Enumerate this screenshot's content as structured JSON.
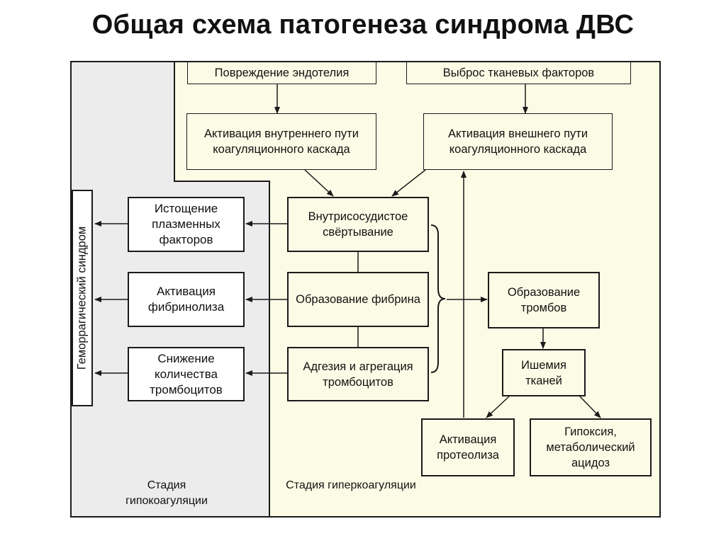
{
  "title": "Общая схема патогенеза синдрома ДВС",
  "nodes": {
    "endothelium_damage": "Повреждение эндотелия",
    "tissue_factor_release": "Выброс тканевых факторов",
    "intrinsic_pathway": "Активация внутреннего пути коагуляционного каскада",
    "extrinsic_pathway": "Активация внешнего пути коагуляционного каскада",
    "intravascular_coag": "Внутрисосудистое свёртывание",
    "fibrin_formation": "Образование фибрина",
    "platelet_adhesion": "Адгезия и агрегация тромбоцитов",
    "thrombus_formation": "Образование тромбов",
    "tissue_ischemia": "Ишемия тканей",
    "proteolysis_activation": "Активация протеолиза",
    "hypoxia_acidosis": "Гипоксия, метаболический ацидоз",
    "plasma_factor_depletion": "Истощение плазменных факторов",
    "fibrinolysis_activation": "Активация фибринолиза",
    "platelet_decrease": "Снижение количества тромбоцитов",
    "hemorrhagic_syndrome": "Геморрагический синдром"
  },
  "stages": {
    "hypocoagulation": "Стадия гипокоагуляции",
    "hypercoagulation": "Стадия гиперкоагуляции"
  },
  "colors": {
    "hypocoag_region": "#ececec",
    "hypercoag_region": "#fcfce6",
    "line": "#1a1a1a"
  }
}
